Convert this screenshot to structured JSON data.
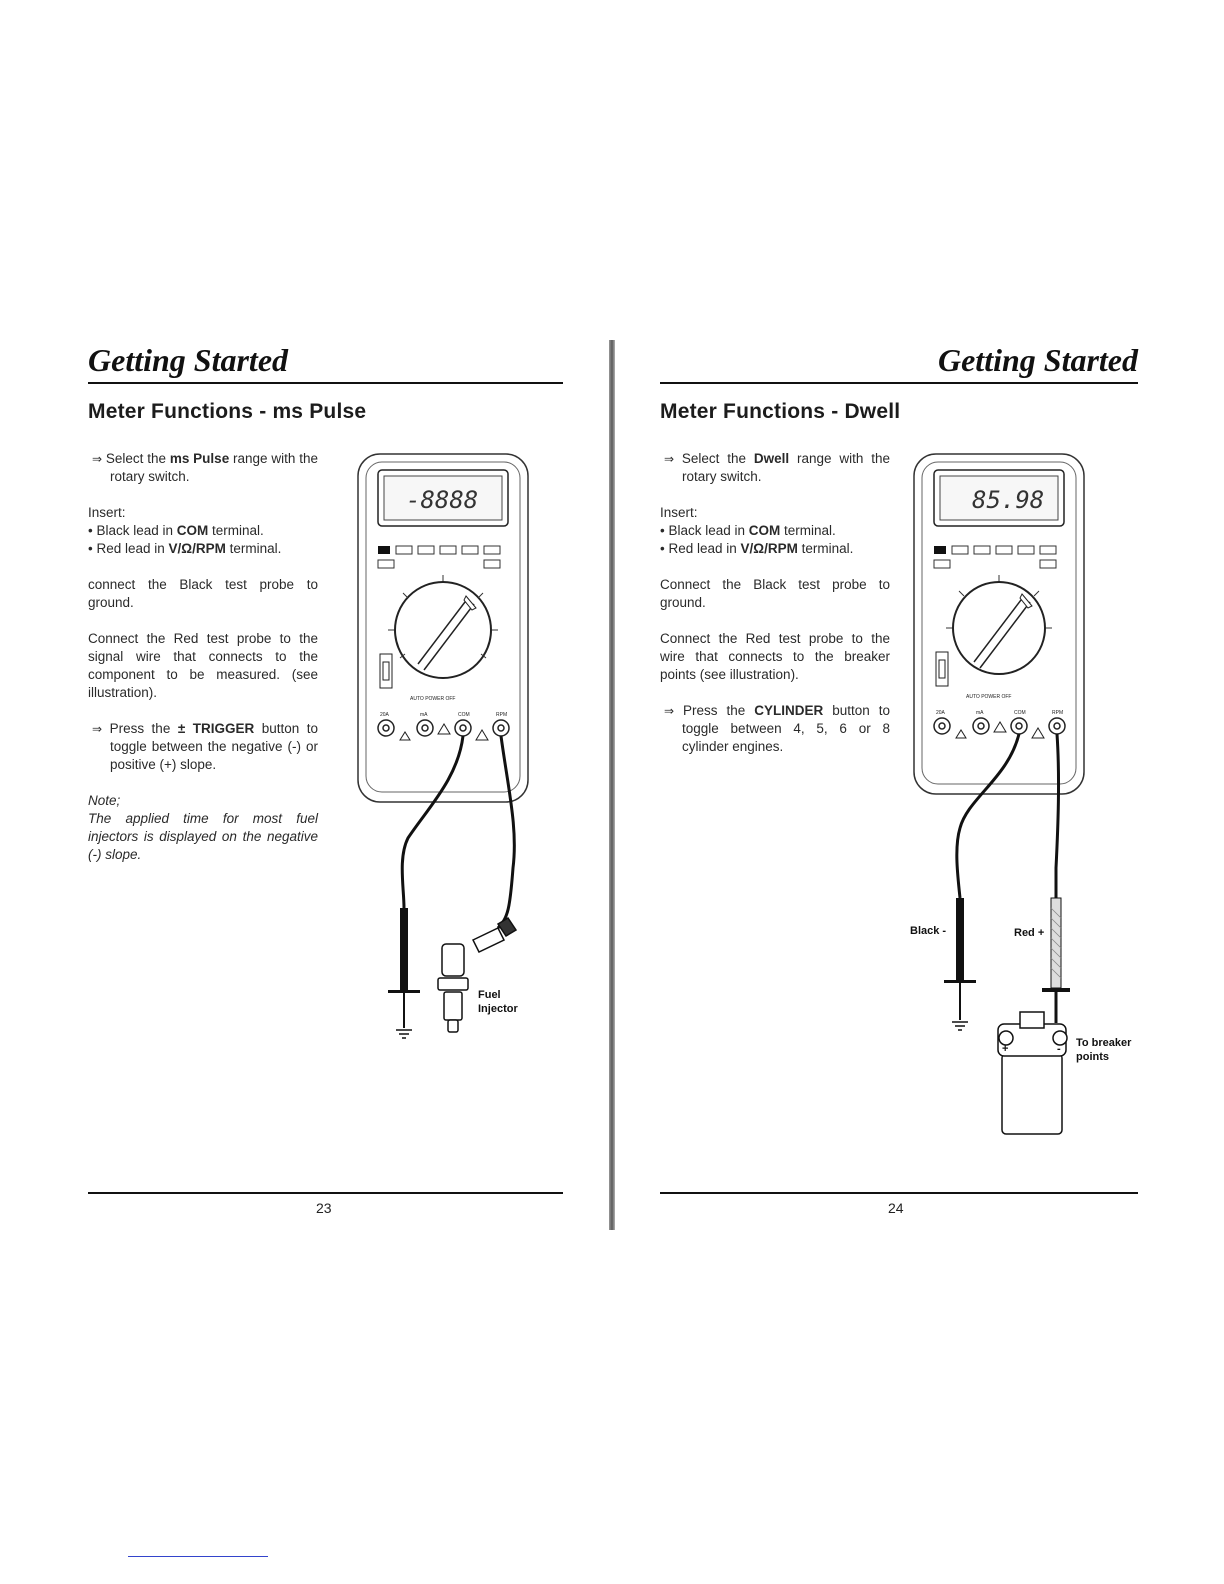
{
  "left_page": {
    "header": "Getting Started",
    "section_title": "Meter Functions - ms Pulse",
    "step1_prefix": "Select the ",
    "step1_bold": "ms Pulse",
    "step1_suffix": " range with the rotary switch.",
    "insert_label": "Insert:",
    "bullet1_prefix": "• Black lead in ",
    "bullet1_bold": "COM",
    "bullet1_suffix": " terminal.",
    "bullet2_prefix": "• Red lead in ",
    "bullet2_bold": "V/Ω/RPM",
    "bullet2_suffix": " terminal.",
    "para_black": "connect the Black test probe to ground.",
    "para_red": "Connect the Red test probe to the signal wire that connects to the component to be measured. (see illustration).",
    "step2_prefix": "Press the ",
    "step2_bold": "± TRIGGER",
    "step2_suffix": " button to toggle between the negative (-) or positive (+) slope.",
    "note_head": "Note;",
    "note_body": "The applied time for most fuel injectors is displayed on the negative (-) slope.",
    "label_fuel": "Fuel",
    "label_injector": "Injector",
    "page_number": "23"
  },
  "right_page": {
    "header": "Getting Started",
    "section_title": "Meter Functions - Dwell",
    "step1_prefix": "Select the ",
    "step1_bold": "Dwell",
    "step1_suffix": " range with the rotary switch.",
    "insert_label": "Insert:",
    "bullet1_prefix": "• Black lead in ",
    "bullet1_bold": "COM",
    "bullet1_suffix": " terminal.",
    "bullet2_prefix": "• Red lead in ",
    "bullet2_bold": "V/Ω/RPM",
    "bullet2_suffix": " terminal.",
    "para_black": "Connect the Black test probe to ground.",
    "para_red": "Connect the Red test probe to the wire that connects to the breaker points (see illustration).",
    "step2_prefix": "Press the ",
    "step2_bold": "CYLINDER",
    "step2_suffix": " button to toggle between 4, 5, 6 or 8 cylinder engines.",
    "label_black": "Black -",
    "label_red": "Red +",
    "label_breaker1": "To breaker",
    "label_breaker2": "points",
    "display_reading": "85.98",
    "page_number": "24"
  },
  "meter": {
    "left_display": "-8888",
    "term_20a": "20A",
    "term_ma": "mA",
    "term_com": "COM",
    "term_rpm": "RPM",
    "auto_power": "AUTO POWER OFF"
  },
  "icons": {
    "arrow_glyph": "⇒",
    "ground": "ground-symbol-icon"
  }
}
